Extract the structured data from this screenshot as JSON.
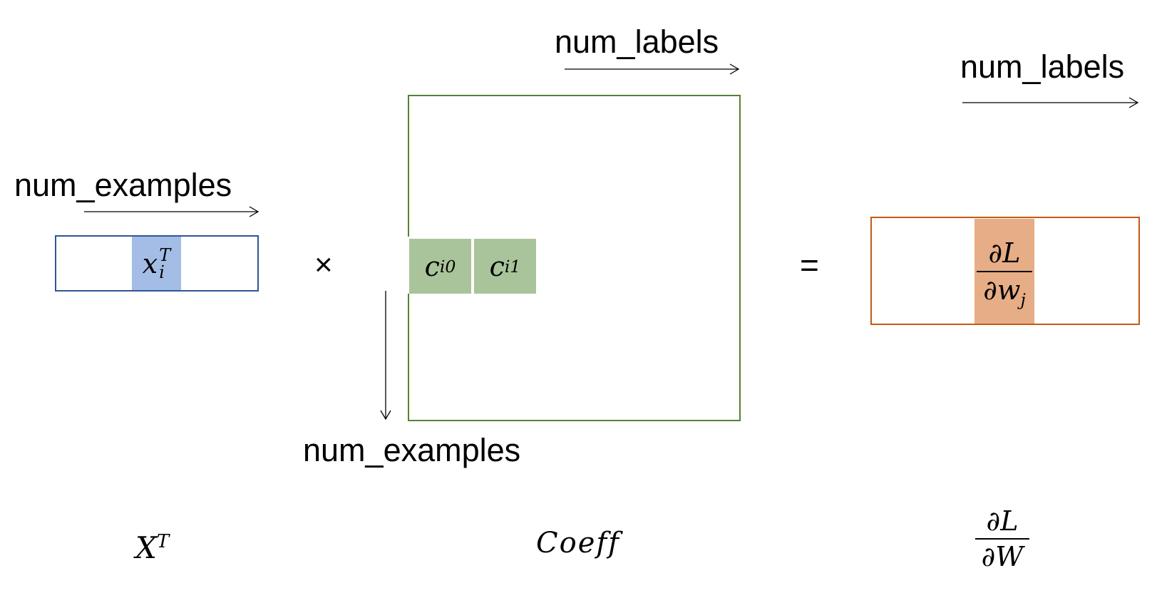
{
  "labels": {
    "num_examples_top": "num_examples",
    "num_labels_coeff": "num_labels",
    "num_labels_result": "num_labels",
    "num_examples_side": "num_examples"
  },
  "operators": {
    "times": "×",
    "equals": "="
  },
  "xt_vector": {
    "cell_base": "x",
    "cell_sup": "T",
    "cell_sub": "i",
    "name_base": "X",
    "name_sup": "T"
  },
  "coeff_matrix": {
    "cell0_base": "c",
    "cell0_sub": "i0",
    "cell1_base": "c",
    "cell1_sub": "i1",
    "name": "Coeff"
  },
  "gradient": {
    "cell_num": "∂L",
    "cell_den_base": "∂w",
    "cell_den_sub": "j",
    "name_num": "∂L",
    "name_den": "∂W"
  },
  "colors": {
    "xt_border": "#2f5597",
    "xt_fill": "#a4bde6",
    "coeff_border": "#548235",
    "coeff_fill": "#a9c49a",
    "grad_border": "#c55a11",
    "grad_fill": "#e6ad86"
  }
}
